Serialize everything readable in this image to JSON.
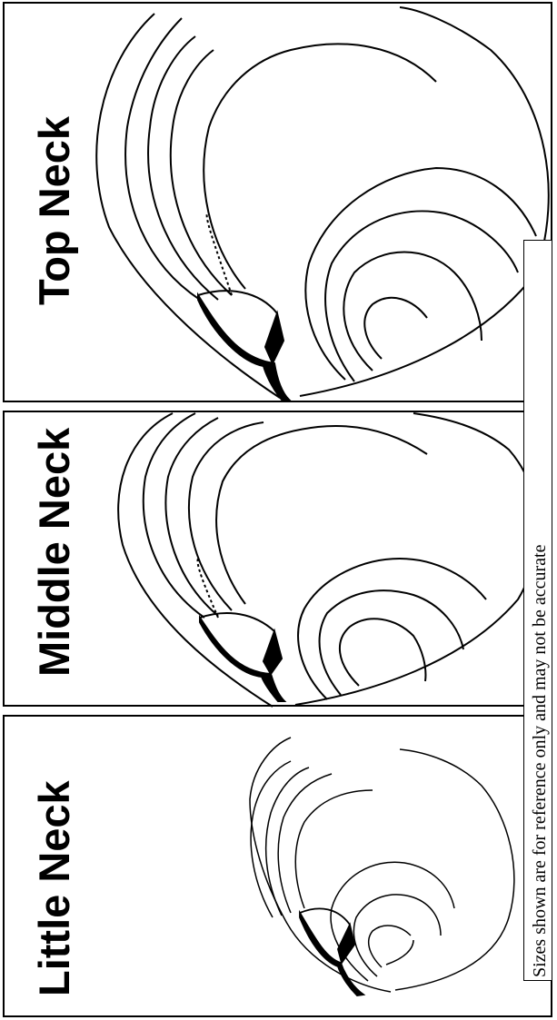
{
  "panels": [
    {
      "id": "top",
      "label": "Top Neck"
    },
    {
      "id": "middle",
      "label": "Middle Neck"
    },
    {
      "id": "little",
      "label": "Little Neck"
    }
  ],
  "disclaimer": "Sizes shown are for reference only and may not be accurate",
  "colors": {
    "ink": "#000000",
    "background": "#ffffff"
  }
}
